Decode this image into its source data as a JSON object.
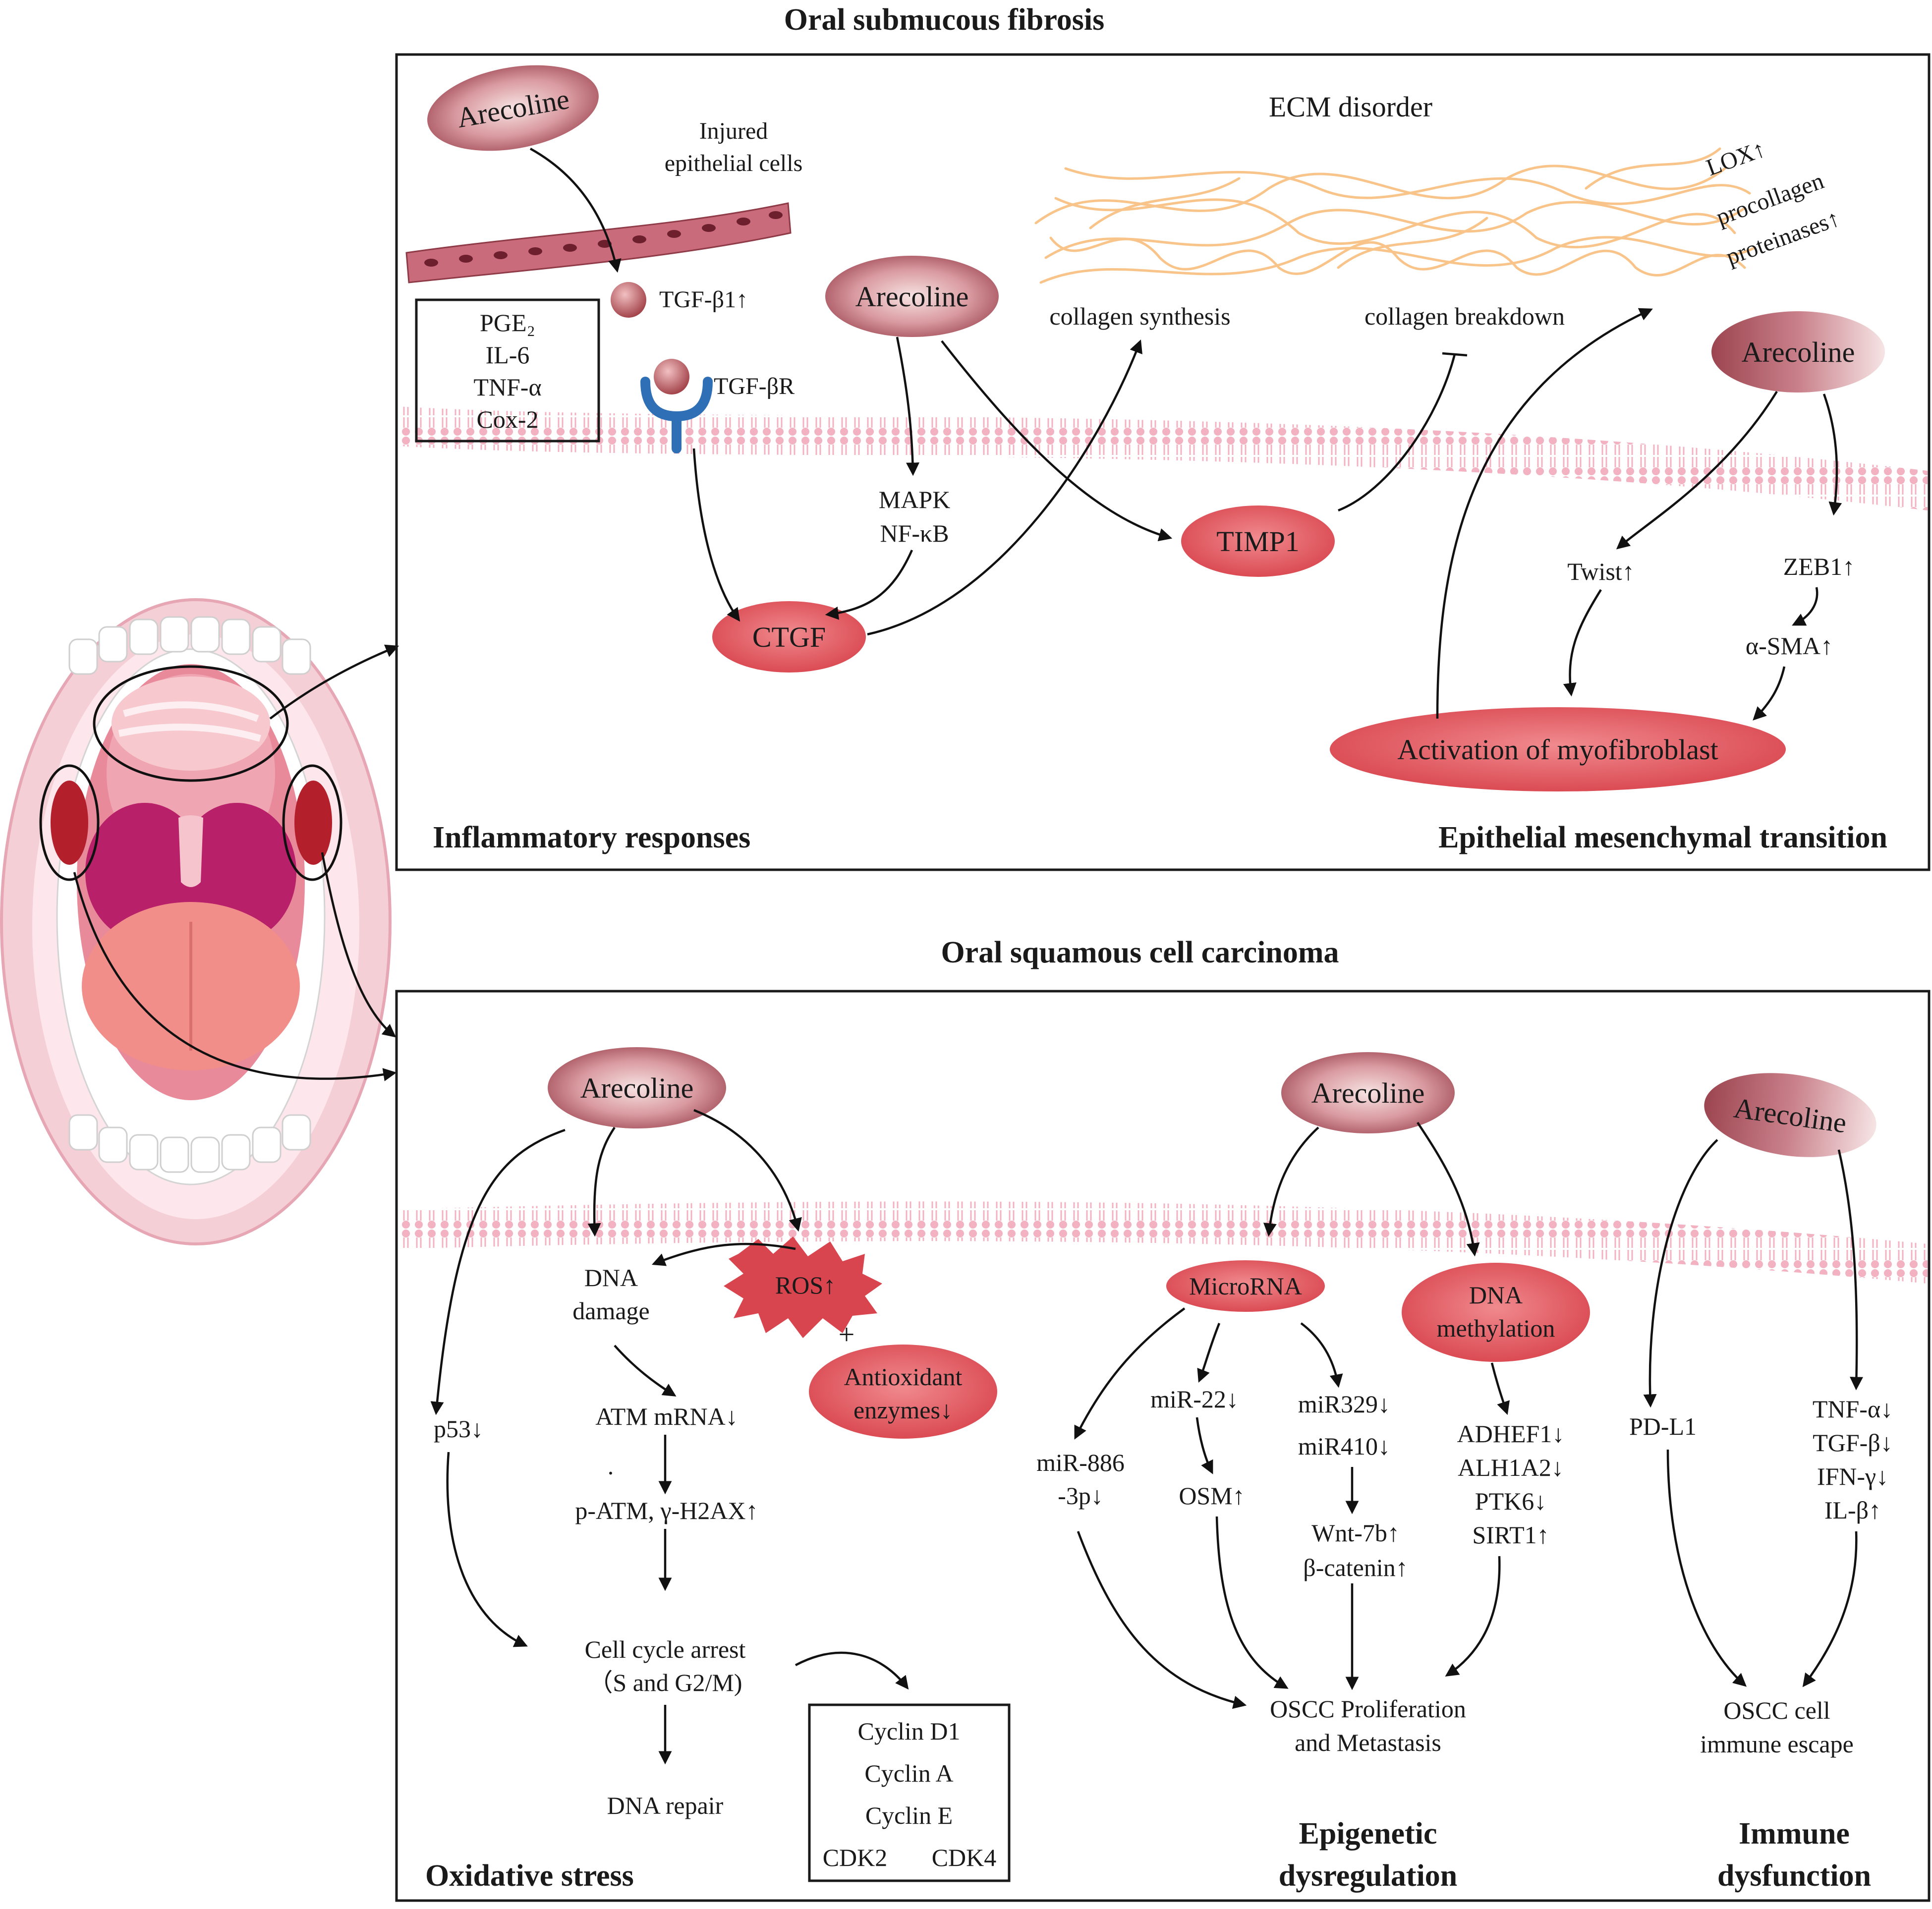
{
  "titles": {
    "osf": "Oral submucous fibrosis",
    "oscc": "Oral squamous cell carcinoma"
  },
  "sections": {
    "inflammatory": "Inflammatory responses",
    "emt": "Epithelial mesenchymal transition",
    "oxidative": "Oxidative stress",
    "epigenetic_1": "Epigenetic",
    "epigenetic_2": "dysregulation",
    "immune_1": "Immune",
    "immune_2": "dysfunction"
  },
  "arecoline": "Arecoline",
  "osf": {
    "injured_1": "Injured",
    "injured_2": "epithelial cells",
    "cytokines": [
      "PGE₂",
      "IL-6",
      "TNF-α",
      "Cox-2"
    ],
    "tgfb1": "TGF-β1↑",
    "tgfbr": "TGF-βR",
    "mapk": "MAPK",
    "nfkb": "NF-κB",
    "ctgf": "CTGF",
    "timp1": "TIMP1",
    "ecm": "ECM disorder",
    "collagen_synthesis": "collagen synthesis",
    "collagen_breakdown": "collagen breakdown",
    "lox": "LOX↑",
    "procollagen": "procollagen",
    "proteinases": "proteinases↑",
    "twist": "Twist↑",
    "zeb1": "ZEB1↑",
    "asma": "α-SMA↑",
    "myofibroblast": "Activation of myofibroblast"
  },
  "oscc": {
    "ros": "ROS↑",
    "plus": "+",
    "antiox_1": "Antioxidant",
    "antiox_2": "enzymes↓",
    "dna_damage_1": "DNA",
    "dna_damage_2": "damage",
    "atm": "ATM mRNA↓",
    "dot": ".",
    "patm": "p-ATM, γ-H2AX↑",
    "p53": "p53↓",
    "cellcycle_1": "Cell cycle arrest",
    "cellcycle_2": "（S and G2/M)",
    "dna_repair": "DNA repair",
    "cyclins": [
      "Cyclin D1",
      "Cyclin A",
      "Cyclin E"
    ],
    "cdk2": "CDK2",
    "cdk4": "CDK4",
    "microrna": "MicroRNA",
    "methyl_1": "DNA",
    "methyl_2": "methylation",
    "mir886_1": "miR-886",
    "mir886_2": "-3p↓",
    "mir22": "miR-22↓",
    "osm": "OSM↑",
    "mir329": "miR329↓",
    "mir410": "miR410↓",
    "wnt": "Wnt-7b↑",
    "bcat": "β-catenin↑",
    "methyl_targets": [
      "ADHEF1↓",
      "ALH1A2↓",
      "PTK6↓",
      "SIRT1↑"
    ],
    "prolif_1": "OSCC Proliferation",
    "prolif_2": "and Metastasis",
    "pdl1": "PD-L1",
    "cytok_list": [
      "TNF-α↓",
      "TGF-β↓",
      "IFN-γ↓",
      "IL-β↑"
    ],
    "escape_1": "OSCC cell",
    "escape_2": "immune escape"
  },
  "colors": {
    "arecoline_dark": "#a0454f",
    "arecoline_light": "#f4dede",
    "red_node": "#e0525a",
    "collagen": "#f9c48a",
    "membrane": "#f2b8c6",
    "receptor": "#2f6fb5",
    "epithelium": "#c96b7a"
  }
}
